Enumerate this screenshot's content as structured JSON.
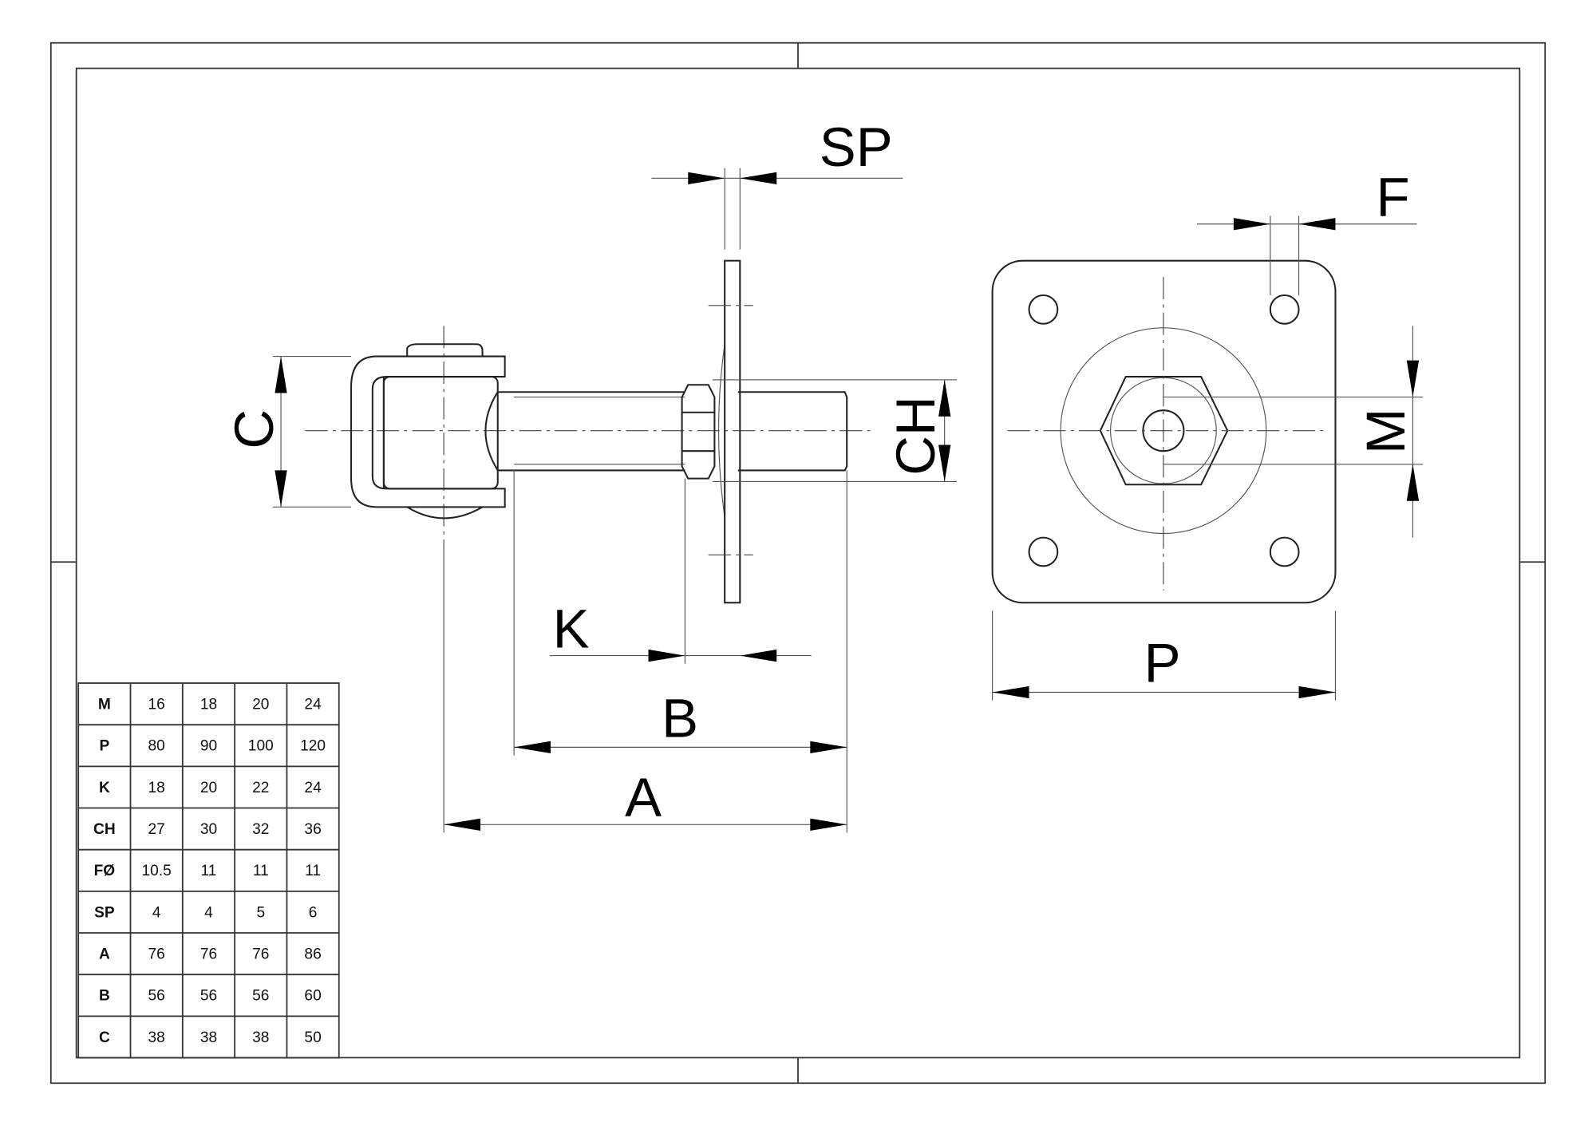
{
  "labels": {
    "sp": "SP",
    "f": "F",
    "c": "C",
    "ch": "CH",
    "m": "M",
    "k": "K",
    "b": "B",
    "a": "A",
    "p": "P"
  },
  "table": {
    "rows": [
      {
        "key": "M",
        "values": [
          "16",
          "18",
          "20",
          "24"
        ]
      },
      {
        "key": "P",
        "values": [
          "80",
          "90",
          "100",
          "120"
        ]
      },
      {
        "key": "K",
        "values": [
          "18",
          "20",
          "22",
          "24"
        ]
      },
      {
        "key": "CH",
        "values": [
          "27",
          "30",
          "32",
          "36"
        ]
      },
      {
        "key": "FØ",
        "values": [
          "10.5",
          "11",
          "11",
          "11"
        ]
      },
      {
        "key": "SP",
        "values": [
          "4",
          "4",
          "5",
          "6"
        ]
      },
      {
        "key": "A",
        "values": [
          "76",
          "76",
          "76",
          "86"
        ]
      },
      {
        "key": "B",
        "values": [
          "56",
          "56",
          "56",
          "60"
        ]
      },
      {
        "key": "C",
        "values": [
          "38",
          "38",
          "38",
          "50"
        ]
      }
    ]
  }
}
